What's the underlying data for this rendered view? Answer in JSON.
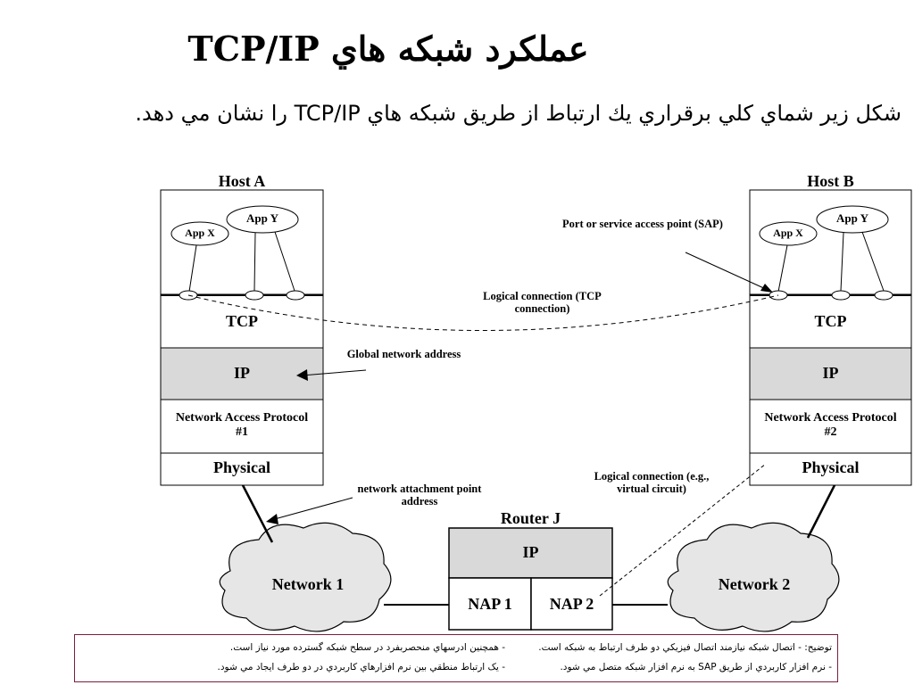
{
  "slide": {
    "title": "عملکرد شبکه هاي TCP/IP",
    "subtitle": "شكل زير شماي كلي برقراري يك ارتباط از طريق شبكه هاي TCP/IP را نشان مي دهد."
  },
  "diagram": {
    "host_a": {
      "name": "Host A",
      "apps": [
        "App X",
        "App Y"
      ],
      "layers": [
        "TCP",
        "IP",
        "Network Access Protocol #1",
        "Physical"
      ]
    },
    "host_b": {
      "name": "Host B",
      "apps": [
        "App X",
        "App Y"
      ],
      "layers": [
        "TCP",
        "IP",
        "Network Access Protocol #2",
        "Physical"
      ]
    },
    "router": {
      "name": "Router J",
      "ip": "IP",
      "nap1": "NAP 1",
      "nap2": "NAP 2"
    },
    "networks": [
      "Network 1",
      "Network 2"
    ],
    "annotations": {
      "sap": "Port or service access point (SAP)",
      "logical_tcp": "Logical connection (TCP connection)",
      "global_address": "Global network address",
      "attachment": "network attachment point address",
      "logical_vc": "Logical connection (e.g., virtual circuit)"
    },
    "colors": {
      "ip_fill": "#d9d9d9",
      "note_border": "#7a1f3a"
    }
  },
  "notes": {
    "r1": "توضيح: - اتصال شبکه نيازمند اتصال فيزيکي دو طرف ارتباط به شبکه است.",
    "r2": "- نرم افزار کاربردي از طريق SAP به نرم افزار شبکه متصل مي شود.",
    "l1": "- همچنين ادرسهاي منحصربفرد در سطح شبکه گسترده مورد نياز است.",
    "l2": "- يک ارتباط منطقي بين نرم افزارهاي کاربردي در دو طرف ايجاد مي شود."
  }
}
